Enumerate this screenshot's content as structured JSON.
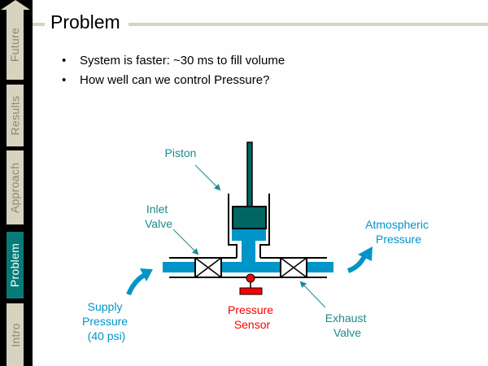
{
  "sidebar": {
    "items": [
      {
        "label": "Future",
        "active": false
      },
      {
        "label": "Results",
        "active": false
      },
      {
        "label": "Approach",
        "active": false
      },
      {
        "label": "Problem",
        "active": true
      },
      {
        "label": "Intro",
        "active": false
      }
    ]
  },
  "slide": {
    "title": "Problem",
    "bullets": [
      "System is faster: ~30 ms to fill volume",
      "How well can we control Pressure?"
    ]
  },
  "diagram": {
    "labels": {
      "piston": "Piston",
      "inlet_valve": [
        "Inlet",
        "Valve"
      ],
      "atmospheric_pressure": [
        "Atmospheric",
        "Pressure"
      ],
      "supply_pressure": [
        "Supply",
        "Pressure",
        "(40 psi)"
      ],
      "pressure_sensor": [
        "Pressure",
        "Sensor"
      ],
      "exhaust_valve": [
        "Exhaust",
        "Valve"
      ]
    },
    "colors": {
      "fluid": "#0095c8",
      "piston": "#006662",
      "sensor": "#ff0000",
      "label_teal": "#1a8c8c",
      "label_blue": "#0095c8",
      "label_red": "#ff0000"
    }
  }
}
